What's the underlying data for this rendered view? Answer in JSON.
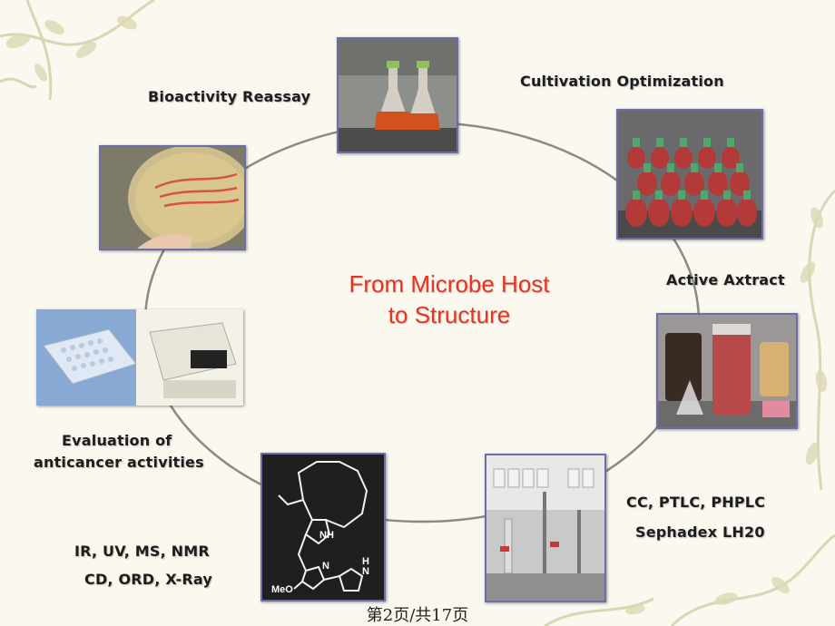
{
  "center_title": {
    "line1": "From Microbe Host",
    "line2": "to Structure"
  },
  "labels": {
    "bioactivity": "Bioactivity Reassay",
    "cultivation": "Cultivation Optimization",
    "active_extract": "Active Axtract",
    "chromatography_line1": "CC, PTLC, PHPLC",
    "chromatography_line2": "Sephadex LH20",
    "spectroscopy_line1": "IR, UV, MS, NMR",
    "spectroscopy_line2": "CD, ORD, X-Ray",
    "evaluation_line1": "Evaluation of",
    "evaluation_line2": "anticancer activities"
  },
  "structure_labels": {
    "nh_top": "NH",
    "n_mid": "N",
    "h_right": "H",
    "n_right": "N",
    "methoxy": "MeO"
  },
  "footer": "第2页/共17页",
  "colors": {
    "title": "#e8341f",
    "ring": "#8a8a8a",
    "photo_border": "#6d6da8",
    "vine": "#c9c7a0"
  }
}
